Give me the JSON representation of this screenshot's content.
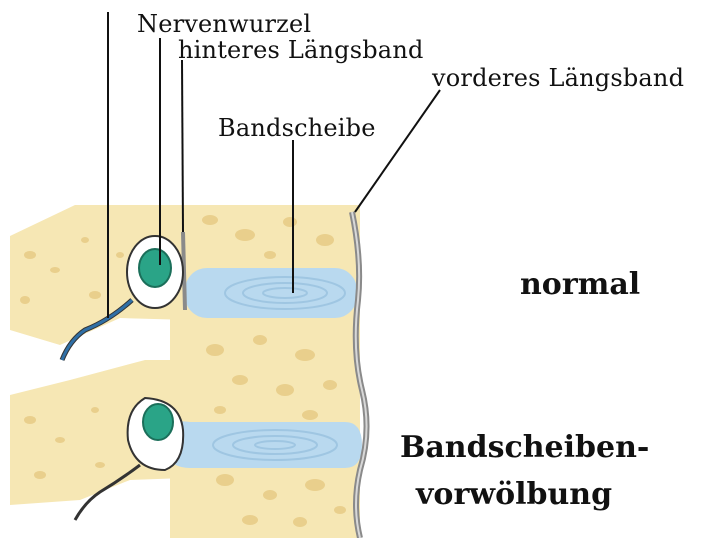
{
  "labels": {
    "nerve_root": "Nervenwurzel",
    "posterior_ligament": "hinteres Längsband",
    "anterior_ligament": "vorderes Längsband",
    "disc": "Bandscheibe",
    "state_normal": "normal",
    "state_bulge_line1": "Bandscheiben-",
    "state_bulge_line2": "vorwölbung"
  },
  "colors": {
    "bone": "#f6e7b4",
    "bone_pore": "#e9cf8c",
    "disc": "#b9d9ef",
    "disc_ring": "#9fc6e2",
    "nerve": "#2aa487",
    "nerve_sheath": "#ffffff",
    "nerve_fiber": "#2f6fa6",
    "ligament": "#8a8a8a",
    "line": "#111111"
  }
}
